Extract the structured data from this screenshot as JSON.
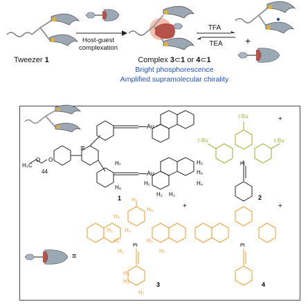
{
  "top": {
    "tweezer_label": "Tweezer",
    "tweezer_num": "1",
    "arrow_label_line1": "Host-guest",
    "arrow_label_line2": "complexation",
    "complex_prefix": "Complex ",
    "complex_a": "3",
    "complex_sym": "⊂",
    "complex_b": "1",
    "complex_or": " or ",
    "complex_c": "4",
    "complex_sym2": "⊂",
    "complex_d": "1",
    "bright": "Bright phosphorescence",
    "amplified": "Amplified supramolecular chirality",
    "tfa": "TFA",
    "tea": "TEA",
    "plus": "+"
  },
  "panel": {
    "equiv": "≡",
    "au1": "Au",
    "au2": "Au",
    "chain_left": "H₃C",
    "chain_o1": "O",
    "chain_o2": "O",
    "chain_n": "44",
    "h_labels": [
      "H₇",
      "H₈",
      "H₅",
      "H₆",
      "H₄",
      "H₁",
      "H₂",
      "H₃"
    ],
    "compound1": "1",
    "tbu1": "t-Bu",
    "tbu2": "t-Bu",
    "tbu3": "t-Bu",
    "charge": "+",
    "pt": "Pt",
    "compound2": "2",
    "compound3": "3",
    "compound4": "4",
    "h3_labels": [
      "H₃",
      "H₉",
      "H₈",
      "H₅",
      "H₄",
      "H₁",
      "H₂",
      "H₆",
      "H₇"
    ],
    "h_bottom": [
      "H₈",
      "H₉",
      "H₇"
    ]
  },
  "colors": {
    "orange": "#f0a23a",
    "olive": "#a9b43a",
    "blue_text": "#1f4fbf",
    "gray": "#9aa3aa",
    "brick": "#b5534b"
  }
}
